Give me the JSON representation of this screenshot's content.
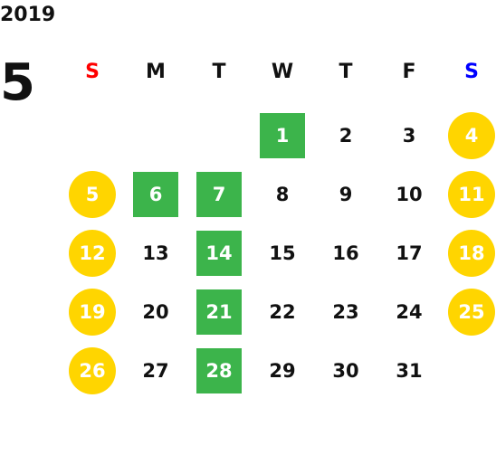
{
  "year": "2019",
  "month": "5",
  "colors": {
    "sunday": "#ff0000",
    "saturday": "#0000ff",
    "highlight_green": "#3cb44b",
    "highlight_yellow": "#ffd500"
  },
  "weekdays": [
    "S",
    "M",
    "T",
    "W",
    "T",
    "F",
    "S"
  ],
  "weeks": [
    [
      null,
      null,
      null,
      {
        "day": "1",
        "style": "green"
      },
      {
        "day": "2"
      },
      {
        "day": "3"
      },
      {
        "day": "4",
        "style": "yellow"
      }
    ],
    [
      {
        "day": "5",
        "style": "yellow"
      },
      {
        "day": "6",
        "style": "green"
      },
      {
        "day": "7",
        "style": "green"
      },
      {
        "day": "8"
      },
      {
        "day": "9"
      },
      {
        "day": "10"
      },
      {
        "day": "11",
        "style": "yellow"
      }
    ],
    [
      {
        "day": "12",
        "style": "yellow"
      },
      {
        "day": "13"
      },
      {
        "day": "14",
        "style": "green"
      },
      {
        "day": "15"
      },
      {
        "day": "16"
      },
      {
        "day": "17"
      },
      {
        "day": "18",
        "style": "yellow"
      }
    ],
    [
      {
        "day": "19",
        "style": "yellow"
      },
      {
        "day": "20"
      },
      {
        "day": "21",
        "style": "green"
      },
      {
        "day": "22"
      },
      {
        "day": "23"
      },
      {
        "day": "24"
      },
      {
        "day": "25",
        "style": "yellow"
      }
    ],
    [
      {
        "day": "26",
        "style": "yellow"
      },
      {
        "day": "27"
      },
      {
        "day": "28",
        "style": "green"
      },
      {
        "day": "29"
      },
      {
        "day": "30"
      },
      {
        "day": "31"
      },
      null
    ]
  ]
}
